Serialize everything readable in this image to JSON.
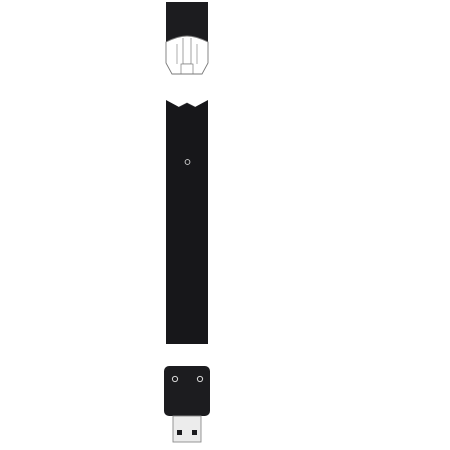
{
  "colors": {
    "background": "#ffffff",
    "body": "#17171a",
    "cap": "#1c1c1f",
    "outline": "#7a7a7a",
    "usb_metal": "#ececec",
    "usb_outline": "#8c8c8c",
    "usb_holes": "#1c1c1f",
    "light_ring": "#d8d8d8"
  },
  "parts": [
    {
      "name": "pod-cartridge",
      "icon": "pod-icon"
    },
    {
      "name": "device-body",
      "icon": "device-body-icon"
    },
    {
      "name": "usb-charger",
      "icon": "usb-charger-icon"
    }
  ]
}
